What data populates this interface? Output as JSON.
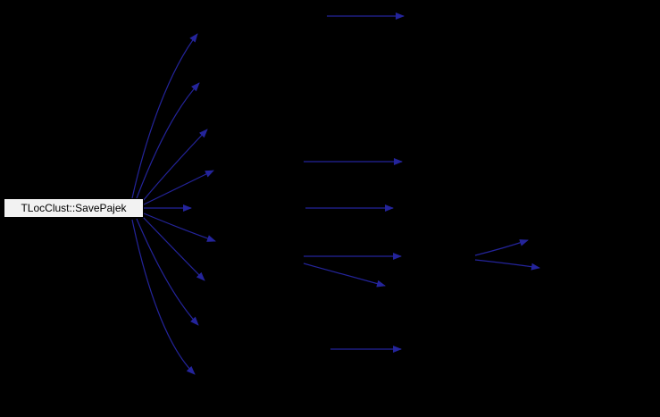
{
  "diagram": {
    "type": "call-graph",
    "background_color": "#000000",
    "edge_color": "#24249b",
    "arrowhead_style": "solid-triangle",
    "node": {
      "label": "TLocClust::SavePajek",
      "fill_color": "#f2f2f2",
      "border_color": "#000000",
      "text_color": "#000000"
    },
    "edges": [
      "M148,222 C164,150 190,78 221,38",
      "M153,222 C172,172 196,122 223,93",
      "M160,225 C184,196 210,168 232,145",
      "M161,229 C190,215 216,202 239,191",
      "M161,233 L214,233",
      "M161,239 C190,251 218,262 241,270",
      "M159,242 C184,268 208,293 229,314",
      "M153,245 C173,292 197,337 222,364",
      "M148,246 C163,318 186,388 218,419",
      "M366,18 L452,18",
      "M340,181 L450,181",
      "M342,233 L440,233",
      "M340,287 L449,287",
      "M340,295 C372,304 405,313 431,320",
      "M370,391 L449,391",
      "M532,286 C556,280 576,274 591,269",
      "M532,291 C560,294 584,297 604,300"
    ]
  }
}
